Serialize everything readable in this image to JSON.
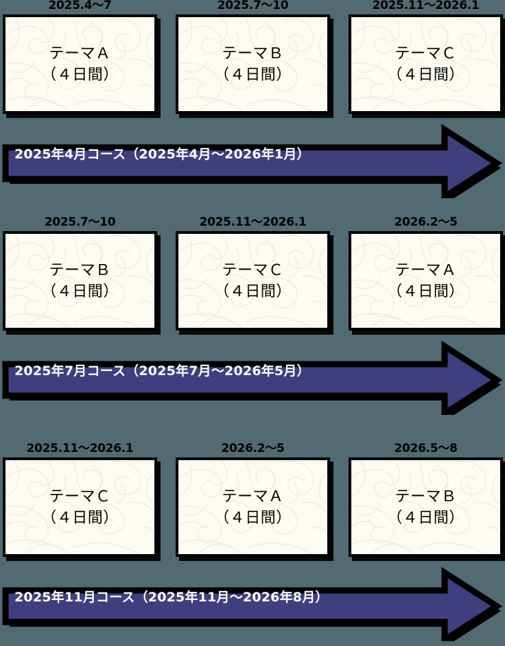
{
  "theme": {
    "background_color": "#526a72",
    "card_fill_color": "#fdfbf2",
    "card_border_color": "#000000",
    "arrow_fill_color": "#3f3f80",
    "arrow_border_color": "#000000",
    "arrow_text_color": "#ffffff",
    "label_text_color": "#000000"
  },
  "chart_data": {
    "type": "table",
    "title": "",
    "courses": [
      {
        "course_label": "2025年4月コース（2025年4月〜2026年1月）",
        "terms": [
          {
            "period": "2025.4〜7",
            "theme": "テーマＡ",
            "days": "（４日間）"
          },
          {
            "period": "2025.7〜10",
            "theme": "テーマＢ",
            "days": "（４日間）"
          },
          {
            "period": "2025.11〜2026.1",
            "theme": "テーマＣ",
            "days": "（４日間）"
          }
        ]
      },
      {
        "course_label": "2025年7月コース（2025年7月〜2026年5月）",
        "terms": [
          {
            "period": "2025.7〜10",
            "theme": "テーマＢ",
            "days": "（４日間）"
          },
          {
            "period": "2025.11〜2026.1",
            "theme": "テーマＣ",
            "days": "（４日間）"
          },
          {
            "period": "2026.2〜5",
            "theme": "テーマＡ",
            "days": "（４日間）"
          }
        ]
      },
      {
        "course_label": "2025年11月コース（2025年11月〜2026年8月）",
        "terms": [
          {
            "period": "2025.11〜2026.1",
            "theme": "テーマＣ",
            "days": "（４日間）"
          },
          {
            "period": "2026.2〜5",
            "theme": "テーマＡ",
            "days": "（４日間）"
          },
          {
            "period": "2026.5〜8",
            "theme": "テーマＢ",
            "days": "（４日間）"
          }
        ]
      }
    ]
  }
}
